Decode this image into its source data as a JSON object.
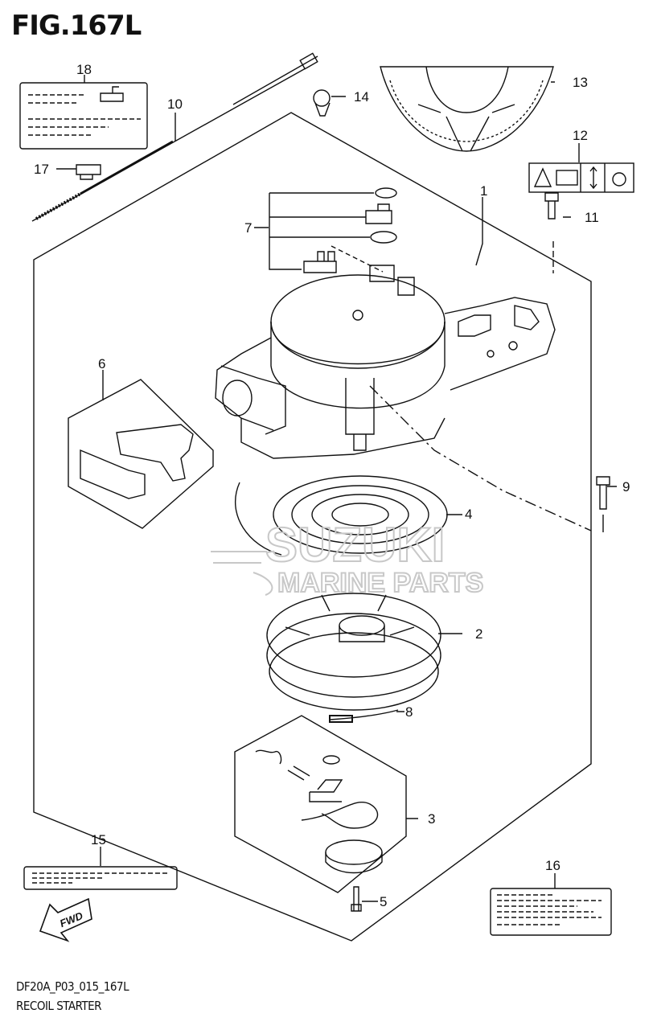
{
  "figure": {
    "title": "FIG.167L",
    "model_code": "DF20A_P03_015_167L",
    "section_name": "RECOIL STARTER"
  },
  "watermark": {
    "line1": "SUZUKI",
    "line2": "MARINE PARTS"
  },
  "direction_badge": "FWD",
  "callouts": [
    {
      "id": "1",
      "label": "1"
    },
    {
      "id": "2",
      "label": "2"
    },
    {
      "id": "3",
      "label": "3"
    },
    {
      "id": "4",
      "label": "4"
    },
    {
      "id": "5",
      "label": "5"
    },
    {
      "id": "6",
      "label": "6"
    },
    {
      "id": "7",
      "label": "7"
    },
    {
      "id": "8",
      "label": "8"
    },
    {
      "id": "9",
      "label": "9"
    },
    {
      "id": "10",
      "label": "10"
    },
    {
      "id": "11",
      "label": "11"
    },
    {
      "id": "12",
      "label": "12"
    },
    {
      "id": "13",
      "label": "13"
    },
    {
      "id": "14",
      "label": "14"
    },
    {
      "id": "15",
      "label": "15"
    },
    {
      "id": "16",
      "label": "16"
    },
    {
      "id": "17",
      "label": "17"
    },
    {
      "id": "18",
      "label": "18"
    }
  ],
  "colors": {
    "line": "#111111",
    "watermark": "#c8c8c8",
    "background": "#ffffff"
  }
}
